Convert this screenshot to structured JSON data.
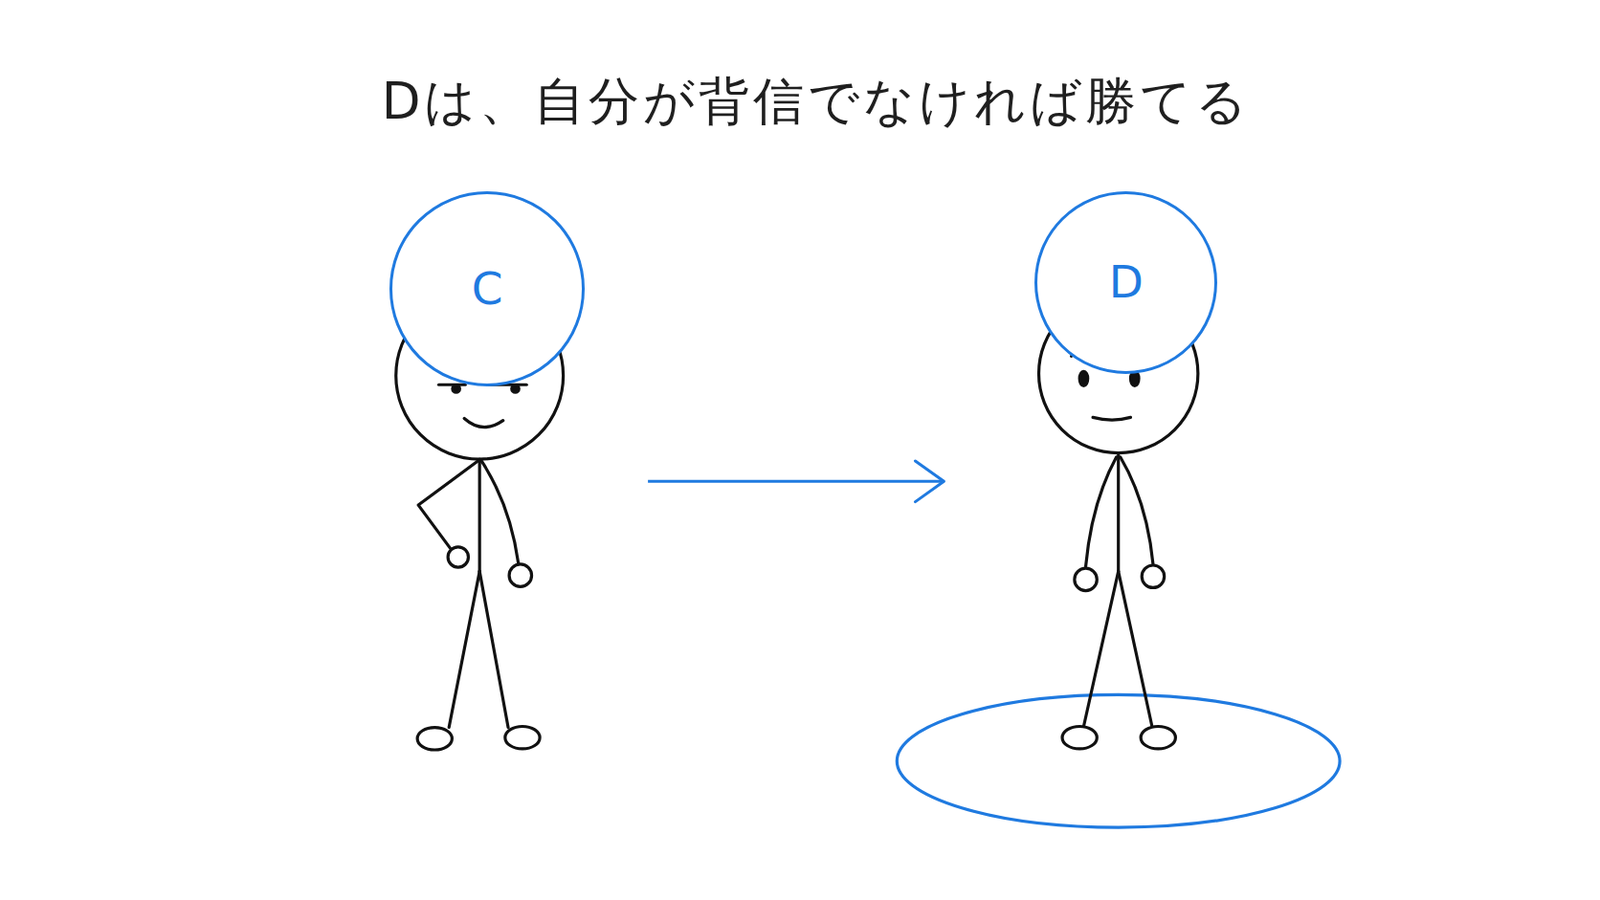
{
  "diagram": {
    "title": "Dは、自分が背信でなければ勝てる",
    "nodes": [
      {
        "text": [
          "C"
        ]
      },
      {
        "text": [
          "D"
        ]
      }
    ],
    "edges": [
      {
        "from": 0,
        "to": 1,
        "arrow": "to"
      }
    ]
  }
}
